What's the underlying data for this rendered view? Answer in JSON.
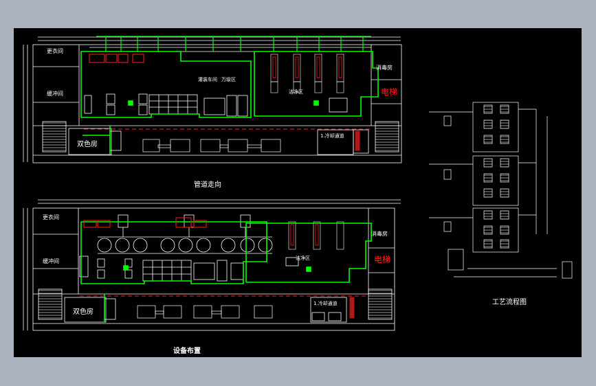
{
  "drawing": {
    "colors": {
      "background": "#000000",
      "frame": "#aab2c0",
      "wall": "#ffffff",
      "zone": "#00ff00",
      "duct": "#00ff00",
      "equipment_red": "#ff2020",
      "dashed_line": "#ff2020"
    },
    "plan_top": {
      "title": "管道走向",
      "rooms": {
        "room_a": "更衣间",
        "room_b": "缓冲间",
        "dual_color_room": "双色房",
        "elevator": "电梯",
        "sterile_room": "消毒房",
        "area_a": "灌装车间",
        "area_b": "万级区",
        "area_c": "洁净区",
        "label_1": "1.冷却通道"
      }
    },
    "plan_bottom": {
      "title": "设备布置",
      "rooms": {
        "room_a": "更衣间",
        "room_b": "缓冲间",
        "dual_color_room": "双色房",
        "elevator": "电梯",
        "sterile_room": "消毒房",
        "area_c": "洁净区",
        "label_1": "1.冷却通道"
      }
    },
    "process_flow": {
      "title": "工艺流程图"
    }
  }
}
